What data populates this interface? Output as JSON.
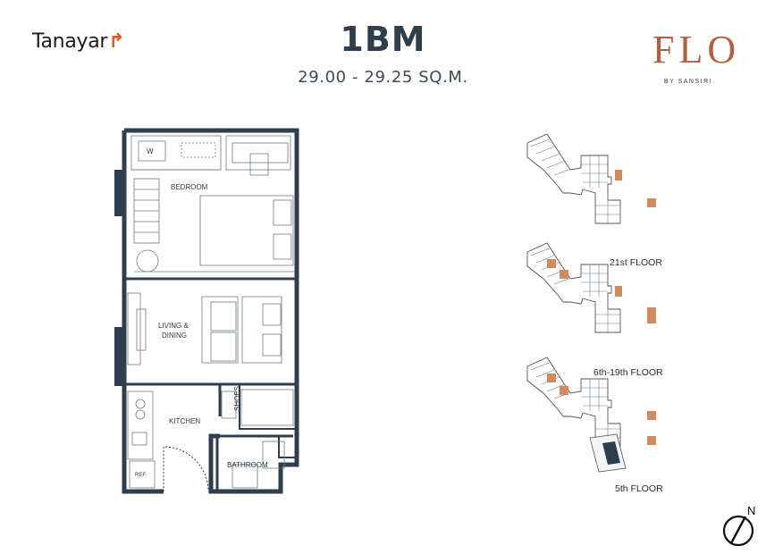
{
  "header": {
    "developer_brand": "Tanayar",
    "developer_brand_mark": "↱",
    "unit_type": "1BM",
    "unit_size": "29.00 - 29.25 SQ.M.",
    "project_brand": "FLO",
    "project_brand_sub": "BY SANSIRI"
  },
  "floor_plan": {
    "rooms": {
      "bedroom": "BEDROOM",
      "living_line1": "LIVING &",
      "living_line2": "DINING",
      "kitchen": "KITCHEN",
      "shoes": "SHOES",
      "bathroom": "BATHROOM",
      "wardrobe": "W",
      "fridge": "REF."
    }
  },
  "key_plans": [
    {
      "label": "21st FLOOR"
    },
    {
      "label": "6th-19th FLOOR"
    },
    {
      "label": "5th FLOOR"
    }
  ],
  "compass": {
    "label": "N"
  },
  "colors": {
    "wall": "#2f3e4e",
    "highlight": "#d08b60",
    "brand_orange": "#e4581f",
    "flo_copper": "#b15f43"
  }
}
